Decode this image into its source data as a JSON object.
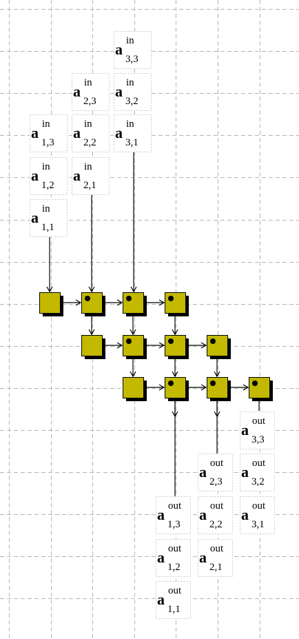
{
  "colors": {
    "grid": "#b4b4b4",
    "cell_fill": "#c2b900",
    "cell_shadow": "#000000",
    "cell_border": "#000000",
    "line": "#000000",
    "dot": "#000000"
  },
  "labels": [
    {
      "id": "a-in-1-1",
      "base": "a",
      "sup": "in",
      "sub": "1,1"
    },
    {
      "id": "a-in-1-2",
      "base": "a",
      "sup": "in",
      "sub": "1,2"
    },
    {
      "id": "a-in-1-3",
      "base": "a",
      "sup": "in",
      "sub": "1,3"
    },
    {
      "id": "a-in-2-1",
      "base": "a",
      "sup": "in",
      "sub": "2,1"
    },
    {
      "id": "a-in-2-2",
      "base": "a",
      "sup": "in",
      "sub": "2,2"
    },
    {
      "id": "a-in-2-3",
      "base": "a",
      "sup": "in",
      "sub": "2,3"
    },
    {
      "id": "a-in-3-1",
      "base": "a",
      "sup": "in",
      "sub": "3,1"
    },
    {
      "id": "a-in-3-2",
      "base": "a",
      "sup": "in",
      "sub": "3,2"
    },
    {
      "id": "a-in-3-3",
      "base": "a",
      "sup": "in",
      "sub": "3,3"
    },
    {
      "id": "a-out-1-1",
      "base": "a",
      "sup": "out",
      "sub": "1,1"
    },
    {
      "id": "a-out-1-2",
      "base": "a",
      "sup": "out",
      "sub": "1,2"
    },
    {
      "id": "a-out-1-3",
      "base": "a",
      "sup": "out",
      "sub": "1,3"
    },
    {
      "id": "a-out-2-1",
      "base": "a",
      "sup": "out",
      "sub": "2,1"
    },
    {
      "id": "a-out-2-2",
      "base": "a",
      "sup": "out",
      "sub": "2,2"
    },
    {
      "id": "a-out-2-3",
      "base": "a",
      "sup": "out",
      "sub": "2,3"
    },
    {
      "id": "a-out-3-1",
      "base": "a",
      "sup": "out",
      "sub": "3,1"
    },
    {
      "id": "a-out-3-2",
      "base": "a",
      "sup": "out",
      "sub": "3,2"
    },
    {
      "id": "a-out-3-3",
      "base": "a",
      "sup": "out",
      "sub": "3,3"
    }
  ],
  "processors": [
    {
      "id": "p-r1-c1",
      "dot": false
    },
    {
      "id": "p-r1-c2",
      "dot": true
    },
    {
      "id": "p-r1-c3",
      "dot": true
    },
    {
      "id": "p-r1-c4",
      "dot": true
    },
    {
      "id": "p-r2-c2",
      "dot": false
    },
    {
      "id": "p-r2-c3",
      "dot": true
    },
    {
      "id": "p-r2-c4",
      "dot": true
    },
    {
      "id": "p-r2-c5",
      "dot": true
    },
    {
      "id": "p-r3-c3",
      "dot": false
    },
    {
      "id": "p-r3-c4",
      "dot": true
    },
    {
      "id": "p-r3-c5",
      "dot": true
    },
    {
      "id": "p-r3-c6",
      "dot": true
    }
  ]
}
